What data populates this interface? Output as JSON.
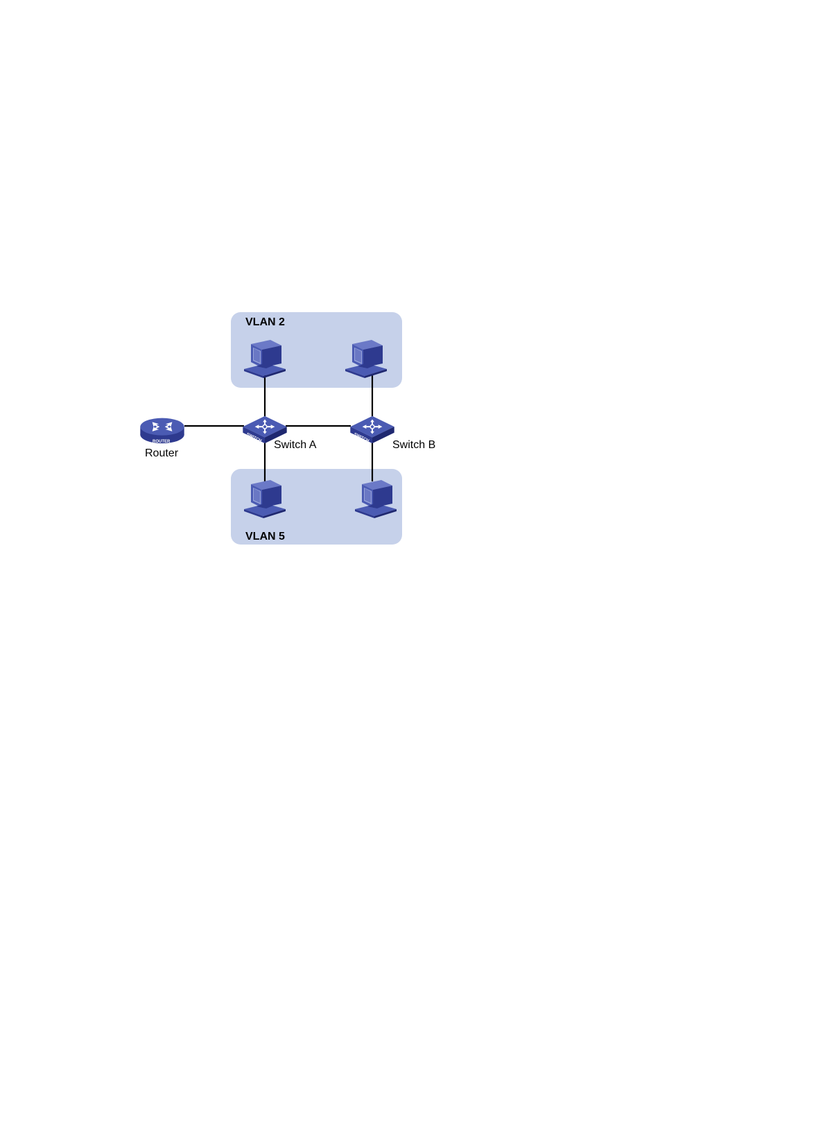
{
  "colors": {
    "vlan_fill": "#c6d1ea",
    "device_top": "#4b5bb3",
    "device_side": "#2e3a8f",
    "device_dark": "#1f2870",
    "link": "#000000"
  },
  "vlans": [
    {
      "label": "VLAN 2"
    },
    {
      "label": "VLAN 5"
    }
  ],
  "devices": {
    "router": {
      "label": "Router",
      "badge": "ROUTER",
      "icon": "router-icon"
    },
    "switch_a": {
      "label": "Switch A",
      "badge": "SWITCH",
      "icon": "switch-icon"
    },
    "switch_b": {
      "label": "Switch B",
      "badge": "SWITCH",
      "icon": "switch-icon"
    }
  },
  "hosts_icon": "pc-icon"
}
